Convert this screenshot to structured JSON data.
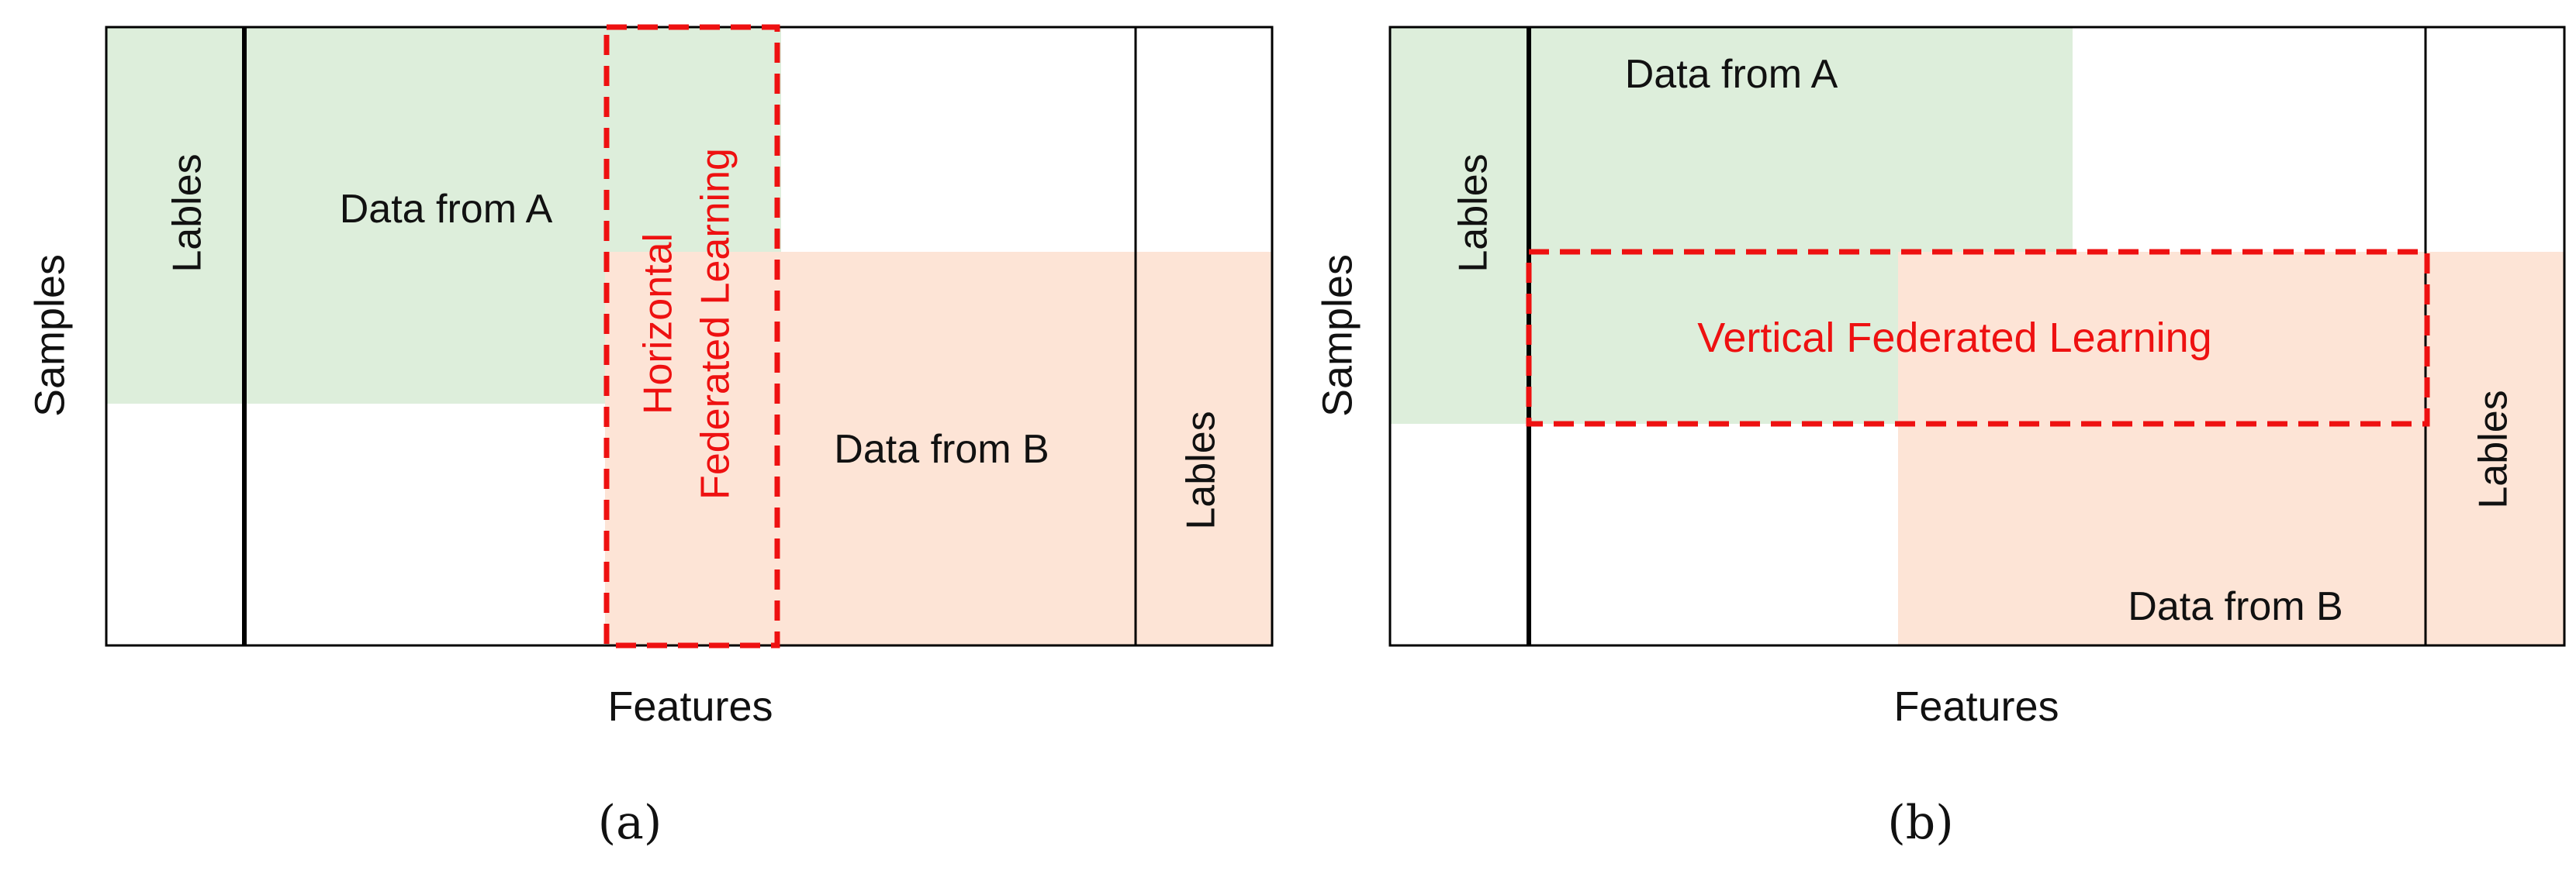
{
  "panel_a": {
    "labels_left": "Lables",
    "data_a": "Data from A",
    "hfl_line1": "Horizontal",
    "hfl_line2": "Federated Learning",
    "data_b": "Data from B",
    "labels_right": "Lables",
    "y_axis": "Samples",
    "x_axis": "Features",
    "caption": "(a)"
  },
  "panel_b": {
    "labels_left": "Lables",
    "data_a": "Data from A",
    "vfl": "Vertical Federated Learning",
    "data_b": "Data from B",
    "labels_right": "Lables",
    "y_axis": "Samples",
    "x_axis": "Features",
    "caption": "(b)"
  },
  "colors": {
    "party_a_fill": "#ddeedb",
    "party_b_fill": "#fde4d6",
    "highlight_dashed": "#ee1111",
    "frame": "#000000",
    "text": "#111111"
  }
}
